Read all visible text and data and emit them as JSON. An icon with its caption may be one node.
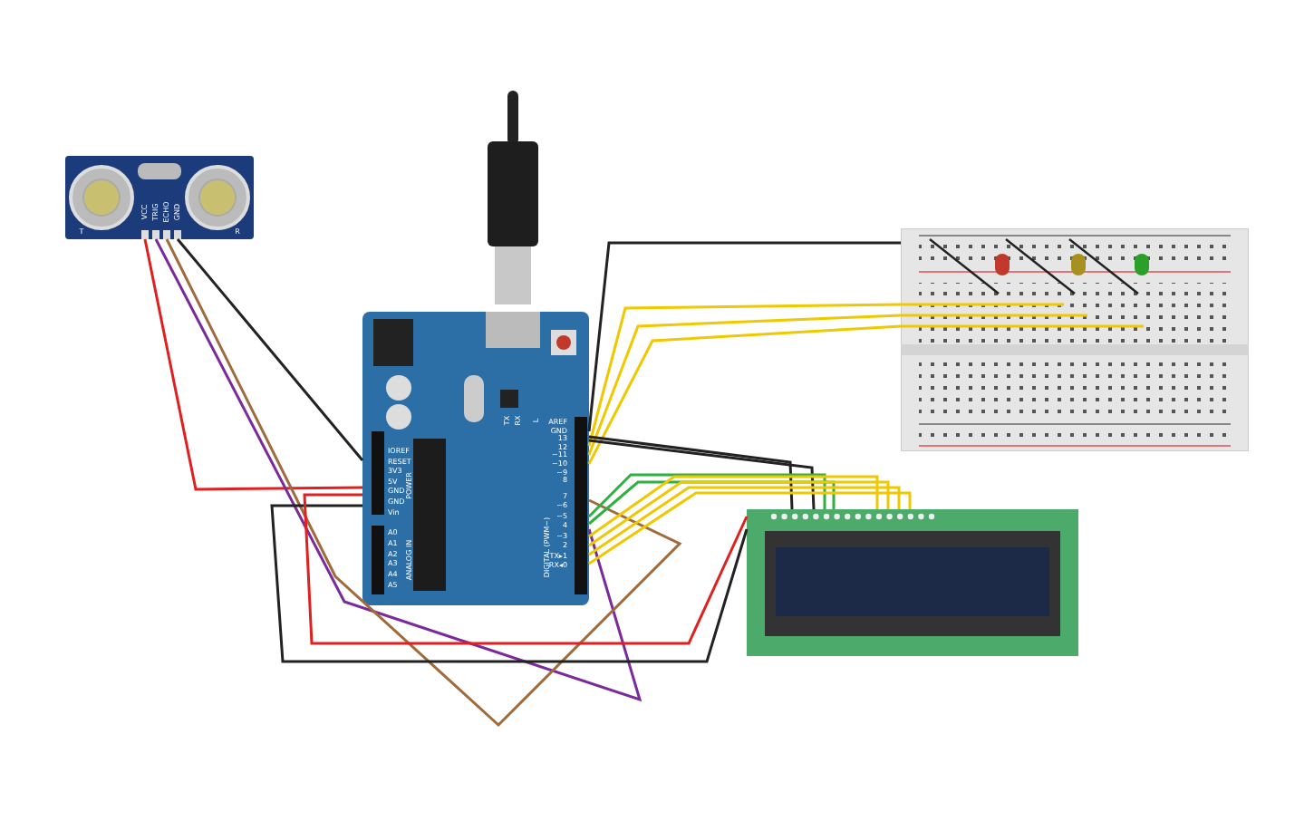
{
  "diagram": {
    "nodes": [
      {
        "text": [],
        "shape": "picture"
      },
      {
        "text": [],
        "shape": "picture"
      },
      {
        "text": [],
        "shape": "picture"
      },
      {
        "text": [],
        "shape": "picture"
      }
    ],
    "edges": [
      {
        "from": 0,
        "to": 1,
        "arrow": "none",
        "color": "#e02020"
      },
      {
        "from": 0,
        "to": 1,
        "arrow": "none",
        "color": "#7a2a9a"
      },
      {
        "from": 0,
        "to": 1,
        "arrow": "none",
        "color": "#a06a3a"
      },
      {
        "from": 0,
        "to": 1,
        "arrow": "none",
        "color": "#222222"
      },
      {
        "from": 1,
        "to": 2,
        "arrow": "none",
        "color": "#222222"
      },
      {
        "from": 1,
        "to": 2,
        "arrow": "none"
      },
      {
        "from": 1,
        "to": 2,
        "arrow": "none"
      },
      {
        "from": 1,
        "to": 2,
        "arrow": "none"
      },
      {
        "from": 1,
        "to": 3,
        "arrow": "none",
        "color": "#222222"
      },
      {
        "from": 1,
        "to": 3,
        "arrow": "none",
        "color": "#e02020"
      },
      {
        "from": 1,
        "to": 3,
        "arrow": "none",
        "color": "#222222"
      },
      {
        "from": 1,
        "to": 3,
        "arrow": "none",
        "color": "#222222"
      },
      {
        "from": 1,
        "to": 3,
        "arrow": "none",
        "color": "#30b040"
      },
      {
        "from": 1,
        "to": 3,
        "arrow": "none",
        "color": "#30b040"
      },
      {
        "from": 1,
        "to": 3,
        "arrow": "none"
      },
      {
        "from": 1,
        "to": 3,
        "arrow": "none"
      },
      {
        "from": 1,
        "to": 3,
        "arrow": "none"
      },
      {
        "from": 1,
        "to": 3,
        "arrow": "none"
      }
    ],
    "labels": [
      "VCC",
      "TRIG",
      "ECHO",
      "GND",
      "T",
      "R",
      "TX",
      "RX",
      "L",
      "AREF",
      "GND",
      "13",
      "12",
      "~11",
      "~10",
      "~9",
      "8",
      "7",
      "~6",
      "~5",
      "4",
      "~3",
      "2",
      "TX▸1",
      "RX◂0",
      "DIGITAL (PWM~)",
      "IOREF",
      "RESET",
      "3V3",
      "5V",
      "GND",
      "GND",
      "Vin",
      "POWER",
      "A0",
      "A1",
      "A2",
      "A3",
      "A4",
      "A5",
      "ANALOG IN"
    ]
  }
}
